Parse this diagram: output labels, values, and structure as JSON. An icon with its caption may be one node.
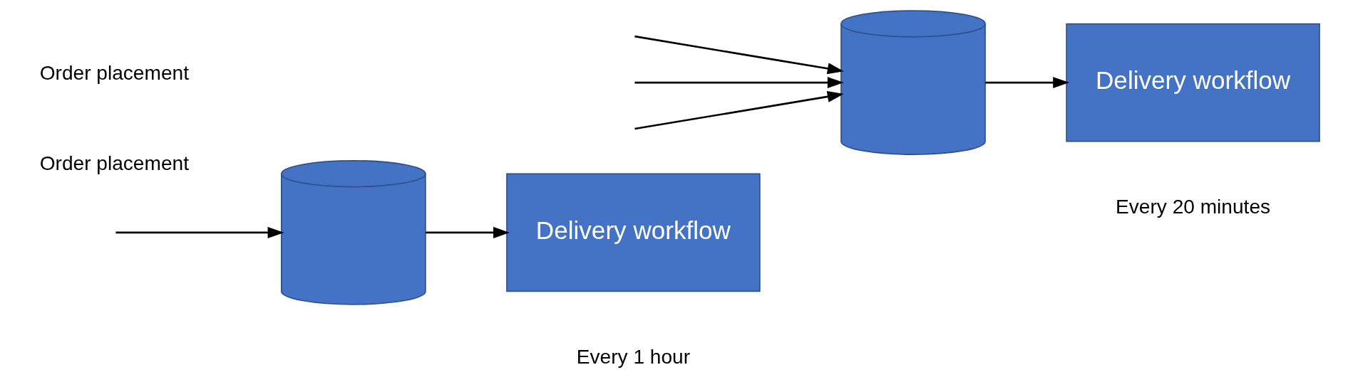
{
  "diagram": {
    "nodes": [
      {
        "text": [],
        "shape": "cylinder"
      },
      {
        "text": [
          "Delivery workflow"
        ],
        "beside": [
          "Every 1 hour"
        ]
      },
      {
        "text": [],
        "shape": "cylinder"
      },
      {
        "text": [
          "Delivery workflow"
        ],
        "beside": [
          "Every 20 minutes"
        ]
      }
    ],
    "edges": [
      {
        "from": null,
        "to": 0,
        "arrow": "to"
      },
      {
        "from": 0,
        "to": 1,
        "arrow": "to"
      },
      {
        "from": null,
        "to": 2,
        "arrow": "to"
      },
      {
        "from": null,
        "to": 2,
        "arrow": "to"
      },
      {
        "from": null,
        "to": 2,
        "arrow": "to"
      },
      {
        "from": 2,
        "to": 3,
        "arrow": "to"
      }
    ],
    "labels": [
      "Order placement",
      "Order placement"
    ]
  }
}
